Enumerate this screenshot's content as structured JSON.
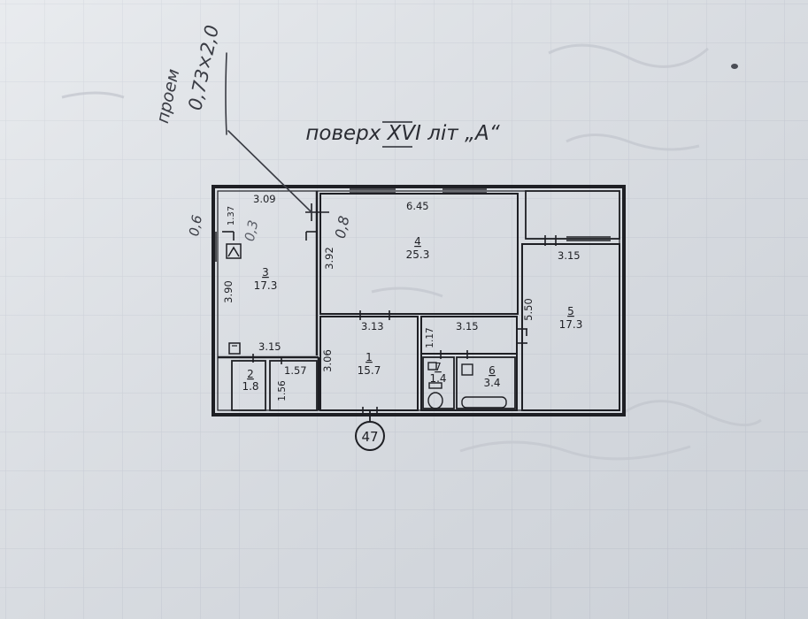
{
  "annotations": {
    "opening_word": "проем",
    "opening_size": "0,73×2,0",
    "floor_label": "поверх XVI літ „А“",
    "side_left": "0,6",
    "inner_03": "0,3",
    "inner_08": "0,8"
  },
  "rooms": [
    {
      "id": "3",
      "area": "17.3"
    },
    {
      "id": "4",
      "area": "25.3"
    },
    {
      "id": "5",
      "area": "17.3"
    },
    {
      "id": "1",
      "area": "15.7"
    },
    {
      "id": "2",
      "area": "1.8"
    },
    {
      "id": "6",
      "area": "3.4"
    },
    {
      "id": "7",
      "area": "1.4"
    }
  ],
  "dimensions": {
    "d309": "3.09",
    "d137": "1.37",
    "d390": "3.90",
    "d315a": "3.15",
    "d392": "3.92",
    "d645": "6.45",
    "d315b": "3.15",
    "d550": "5.50",
    "d313": "3.13",
    "d315c": "3.15",
    "d117": "1.17",
    "d306": "3.06",
    "d157": "1.57",
    "d156": "1.56"
  },
  "marker": "47"
}
